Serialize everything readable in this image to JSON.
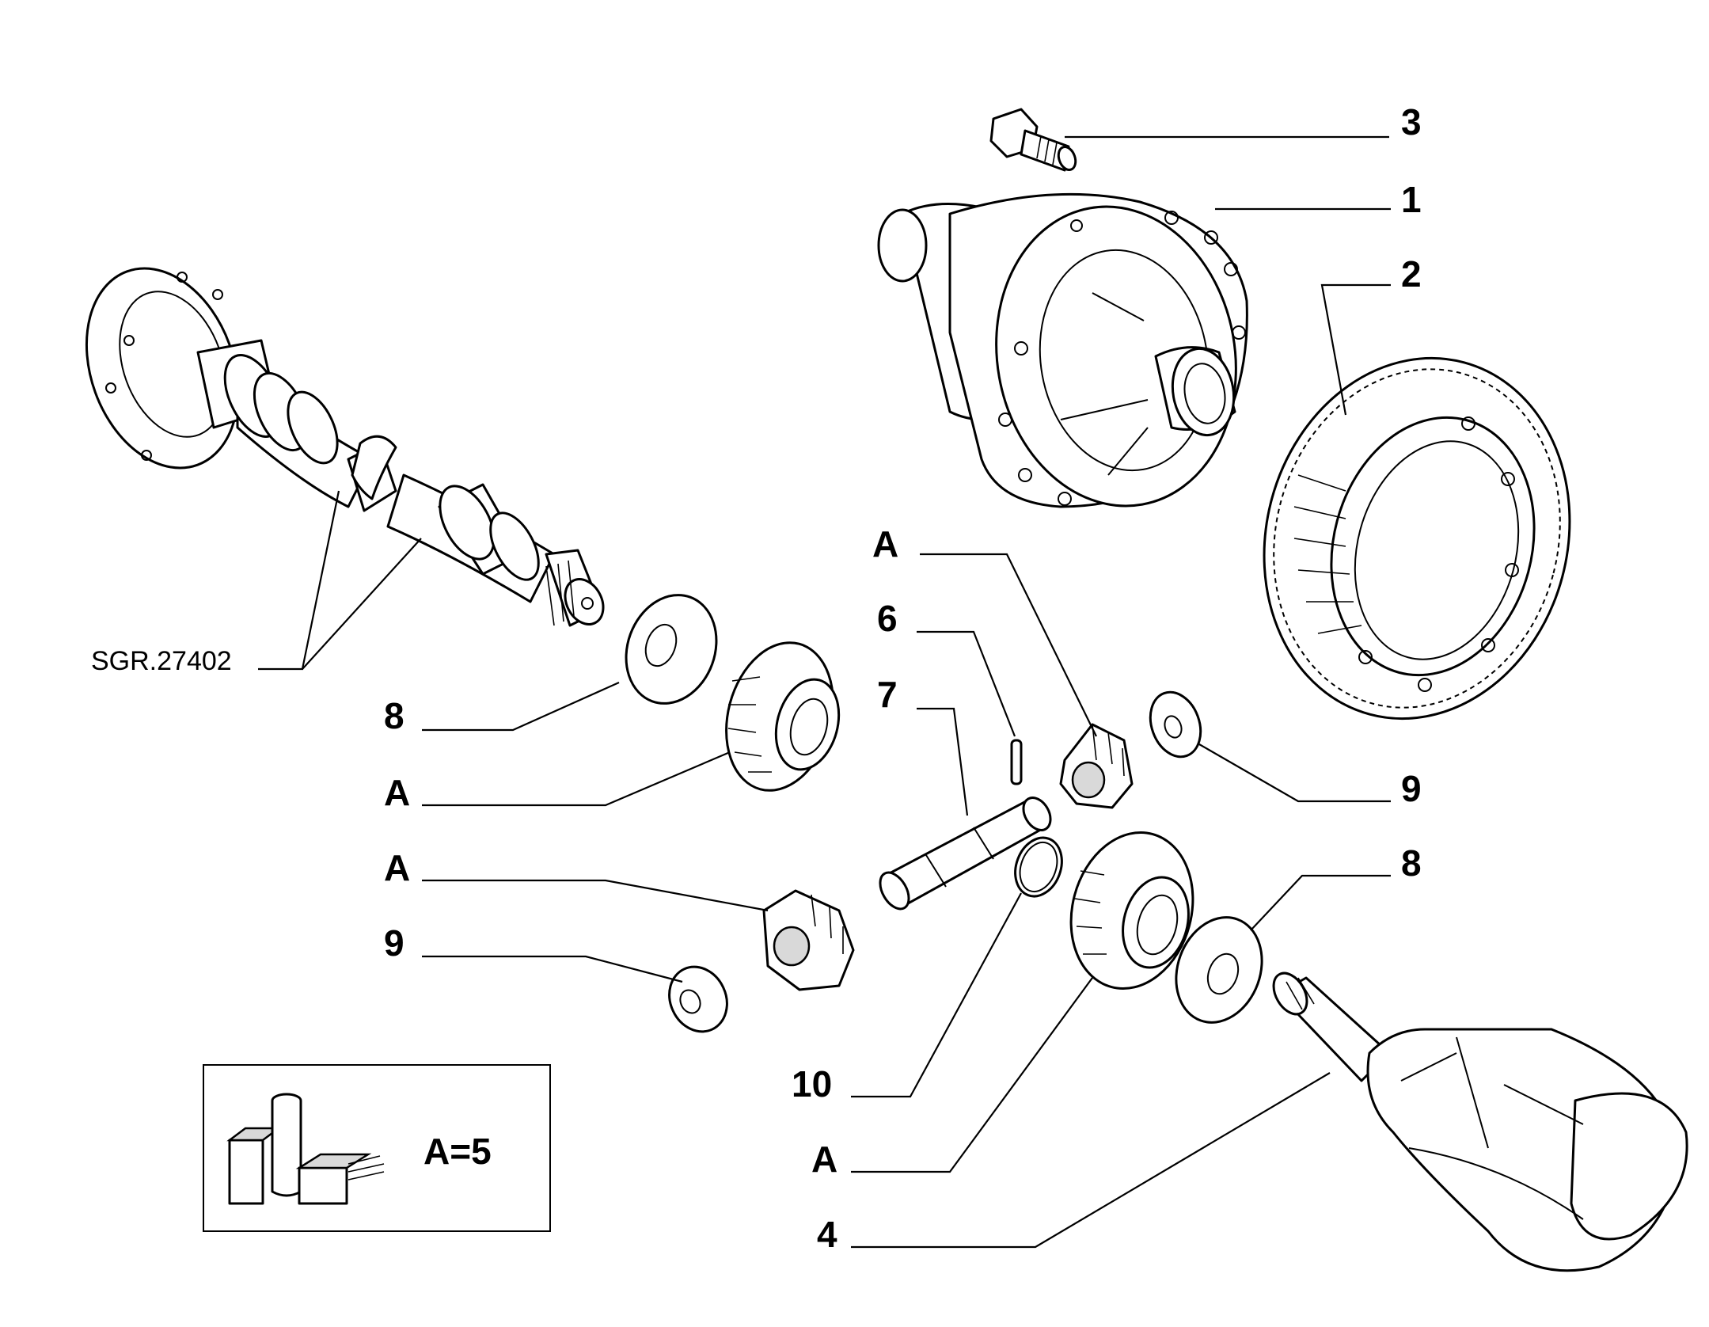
{
  "reference_code": "SGR.27402",
  "legend": {
    "text": "A=5",
    "icon": "fiat-parts-boxes-icon"
  },
  "callouts": [
    {
      "id": "3",
      "label": "3"
    },
    {
      "id": "1",
      "label": "1"
    },
    {
      "id": "2",
      "label": "2"
    },
    {
      "id": "a_top",
      "label": "A"
    },
    {
      "id": "6",
      "label": "6"
    },
    {
      "id": "7",
      "label": "7"
    },
    {
      "id": "9_right",
      "label": "9"
    },
    {
      "id": "8_right",
      "label": "8"
    },
    {
      "id": "8_left",
      "label": "8"
    },
    {
      "id": "a_left1",
      "label": "A"
    },
    {
      "id": "a_left2",
      "label": "A"
    },
    {
      "id": "9_left",
      "label": "9"
    },
    {
      "id": "10",
      "label": "10"
    },
    {
      "id": "a_bottom",
      "label": "A"
    },
    {
      "id": "4",
      "label": "4"
    }
  ]
}
